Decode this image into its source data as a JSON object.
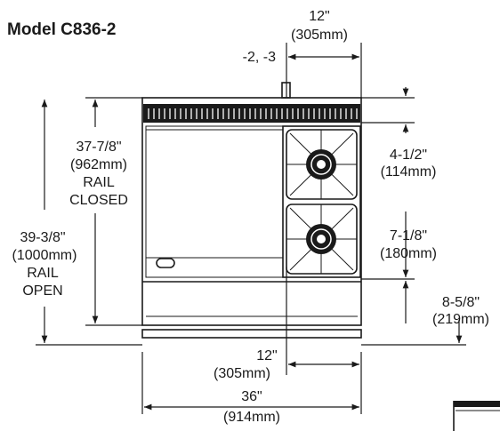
{
  "title": "Model C836-2",
  "dimensions": {
    "top_width": {
      "imperial": "12\"",
      "metric": "(305mm)"
    },
    "riser_label": "-2, -3",
    "burner_spacing": {
      "imperial": "4-1/2\"",
      "metric": "(114mm)"
    },
    "burner_offset": {
      "imperial": "7-1/8\"",
      "metric": "(180mm)"
    },
    "lower_height": {
      "imperial": "8-5/8\"",
      "metric": "(219mm)"
    },
    "rail_closed": {
      "imperial": "37-7/8\"",
      "metric": "(962mm)",
      "line1": "RAIL",
      "line2": "CLOSED"
    },
    "rail_open": {
      "imperial": "39-3/8\"",
      "metric": "(1000mm)",
      "line1": "RAIL",
      "line2": "OPEN"
    },
    "bottom_inner": {
      "imperial": "12\"",
      "metric": "(305mm)"
    },
    "overall_width": {
      "imperial": "36\"",
      "metric": "(914mm)"
    }
  }
}
